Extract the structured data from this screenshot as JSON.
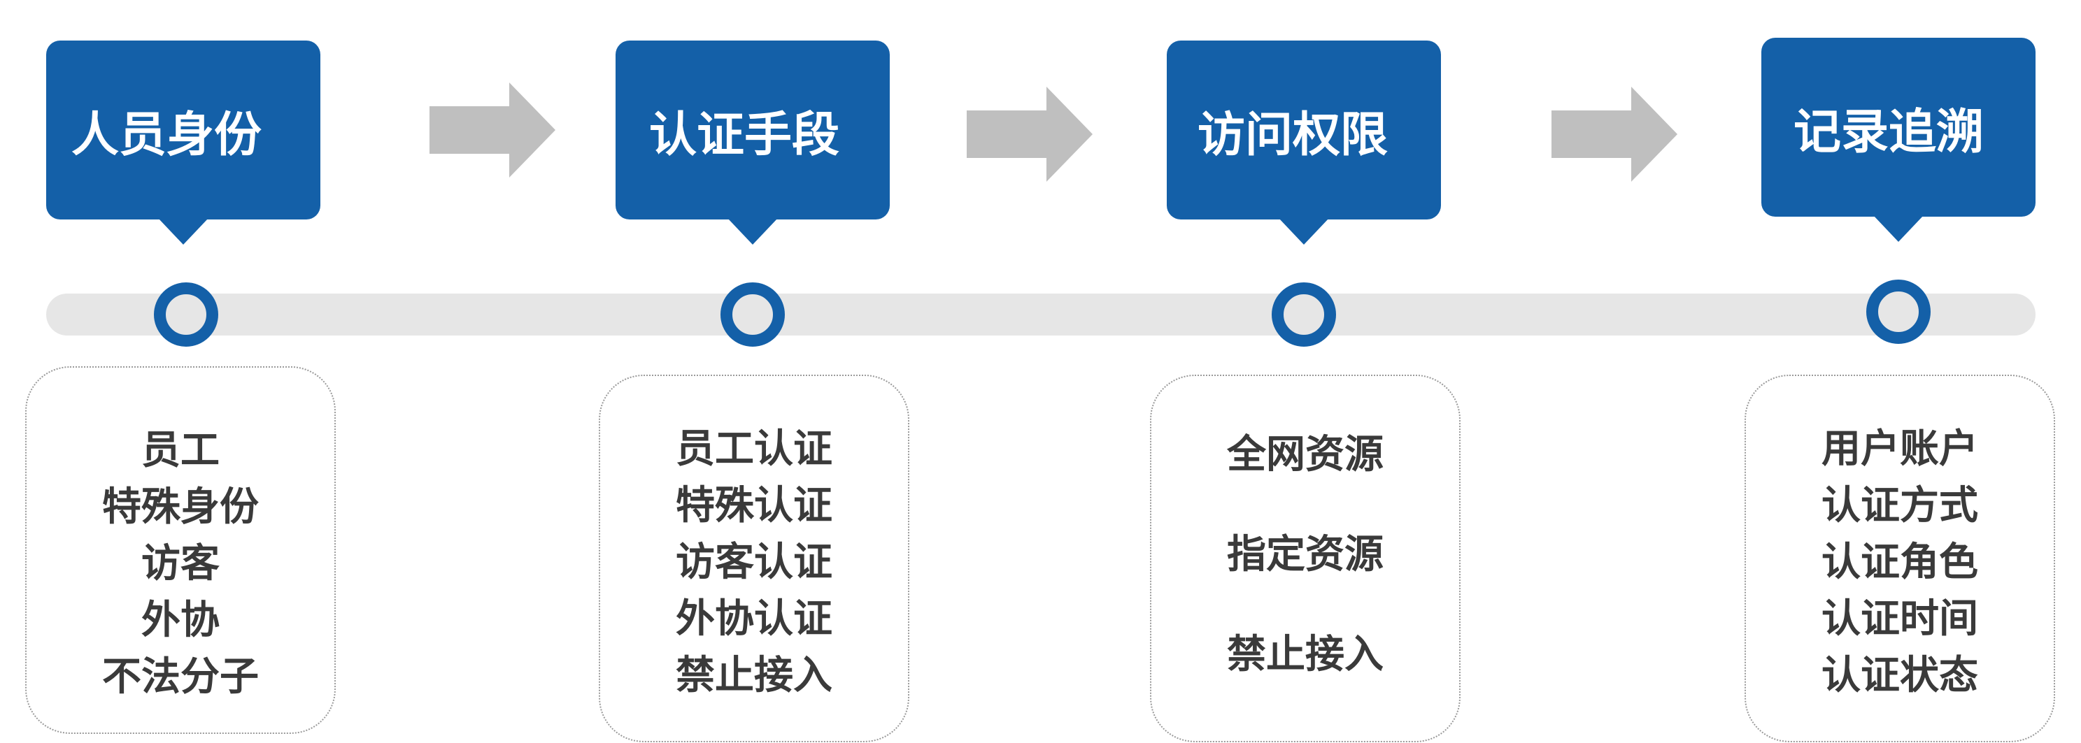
{
  "colors": {
    "header_bg": "#1460a8",
    "header_text": "#ffffff",
    "track": "#e6e6e6",
    "arrow": "#bfbfbf",
    "item_text": "#3a3a3a",
    "card_border": "#9a9a9a"
  },
  "stages": [
    {
      "title": "人员身份",
      "items": [
        "员工",
        "特殊身份",
        "访客",
        "外协",
        "不法分子"
      ]
    },
    {
      "title": "认证手段",
      "items": [
        "员工认证",
        "特殊认证",
        "访客认证",
        "外协认证",
        "禁止接入"
      ]
    },
    {
      "title": "访问权限",
      "items": [
        "全网资源",
        "指定资源",
        "禁止接入"
      ]
    },
    {
      "title": "记录追溯",
      "items": [
        "用户账户",
        "认证方式",
        "认证角色",
        "认证时间",
        "认证状态"
      ]
    }
  ]
}
